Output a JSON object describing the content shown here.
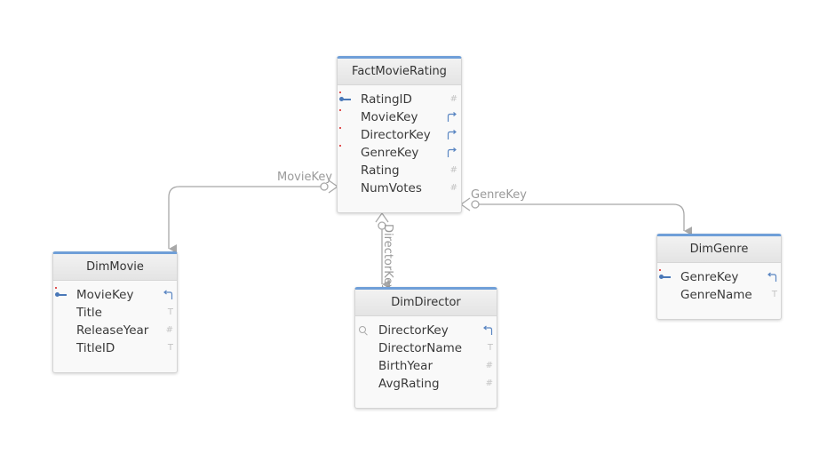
{
  "diagram": {
    "entities": [
      {
        "id": "fact_movie_rating",
        "title": "FactMovieRating",
        "attributes": [
          {
            "name": "RatingID",
            "key": "pk",
            "required": true,
            "type": "number"
          },
          {
            "name": "MovieKey",
            "key": "fk",
            "required": true,
            "type": "link"
          },
          {
            "name": "DirectorKey",
            "key": "fk",
            "required": true,
            "type": "link"
          },
          {
            "name": "GenreKey",
            "key": "fk",
            "required": true,
            "type": "link"
          },
          {
            "name": "Rating",
            "key": "",
            "required": false,
            "type": "number"
          },
          {
            "name": "NumVotes",
            "key": "",
            "required": false,
            "type": "number"
          }
        ]
      },
      {
        "id": "dim_movie",
        "title": "DimMovie",
        "attributes": [
          {
            "name": "MovieKey",
            "key": "pk",
            "required": true,
            "type": "ref"
          },
          {
            "name": "Title",
            "key": "",
            "required": false,
            "type": "text"
          },
          {
            "name": "ReleaseYear",
            "key": "",
            "required": false,
            "type": "number"
          },
          {
            "name": "TitleID",
            "key": "",
            "required": false,
            "type": "text"
          }
        ]
      },
      {
        "id": "dim_director",
        "title": "DimDirector",
        "attributes": [
          {
            "name": "DirectorKey",
            "key": "index",
            "required": false,
            "type": "ref"
          },
          {
            "name": "DirectorName",
            "key": "",
            "required": false,
            "type": "text"
          },
          {
            "name": "BirthYear",
            "key": "",
            "required": false,
            "type": "number"
          },
          {
            "name": "AvgRating",
            "key": "",
            "required": false,
            "type": "number"
          }
        ]
      },
      {
        "id": "dim_genre",
        "title": "DimGenre",
        "attributes": [
          {
            "name": "GenreKey",
            "key": "pk",
            "required": true,
            "type": "ref"
          },
          {
            "name": "GenreName",
            "key": "",
            "required": false,
            "type": "text"
          }
        ]
      }
    ],
    "relationships": [
      {
        "label": "MovieKey",
        "from": "fact_movie_rating",
        "to": "dim_movie"
      },
      {
        "label": "DirectorKey",
        "from": "fact_movie_rating",
        "to": "dim_director"
      },
      {
        "label": "GenreKey",
        "from": "fact_movie_rating",
        "to": "dim_genre"
      }
    ],
    "type_glyphs": {
      "number": "#",
      "text": "T"
    },
    "colors": {
      "header_accent": "#6f9fd8",
      "key_icon": "#4a78b8",
      "link_icon": "#5a86c2",
      "edge": "#a8a8a8",
      "required_marker": "#e05050"
    }
  }
}
